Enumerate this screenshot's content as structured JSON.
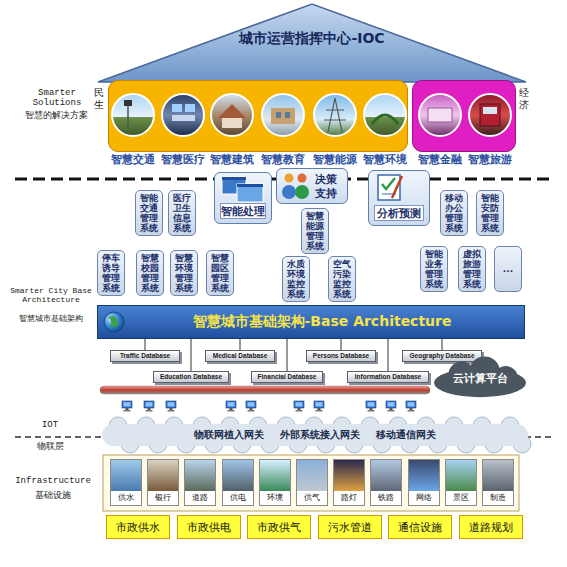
{
  "diagram": {
    "nodes": [
      {
        "text": [
          "城市运营指挥中心-IOC"
        ]
      },
      {
        "text": [
          "民生"
        ]
      },
      {
        "text": [
          "经济"
        ]
      },
      {
        "text": [
          "智能交通管理系统"
        ]
      },
      {
        "text": [
          "医疗卫生信息系统"
        ]
      },
      {
        "text": [
          "智能处理"
        ]
      },
      {
        "text": [
          "决策支持"
        ]
      },
      {
        "text": [
          "分析预测"
        ]
      },
      {
        "text": [
          "智慧能源管理系统"
        ]
      },
      {
        "text": [
          "移动办公管理系统"
        ]
      },
      {
        "text": [
          "智能安防管理系统"
        ]
      },
      {
        "text": [
          "停车诱导管理系统"
        ]
      },
      {
        "text": [
          "智慧校园管理系统"
        ]
      },
      {
        "text": [
          "智慧环境管理系统"
        ]
      },
      {
        "text": [
          "智慧园区管理系统"
        ]
      },
      {
        "text": [
          "水质环境监控系统"
        ]
      },
      {
        "text": [
          "空气污染监控系统"
        ]
      },
      {
        "text": [
          "智能业务管理系统"
        ]
      },
      {
        "text": [
          "虚拟旅游管理系统"
        ]
      },
      {
        "text": [
          "..."
        ]
      },
      {
        "text": [
          "智慧城市基础架构-Base Architecture"
        ]
      },
      {
        "text": [
          "Traffic Database"
        ]
      },
      {
        "text": [
          "Medical Database"
        ]
      },
      {
        "text": [
          "Persons Database"
        ]
      },
      {
        "text": [
          "Geography Database"
        ]
      },
      {
        "text": [
          "Education Database"
        ]
      },
      {
        "text": [
          "Financial Database"
        ]
      },
      {
        "text": [
          "Information Database"
        ]
      },
      {
        "text": [
          "云计算平台"
        ]
      },
      {
        "text": [
          "物联网植入网关",
          "外部系统接入网关",
          "移动通信网关"
        ]
      },
      {
        "text": [
          "供水"
        ]
      },
      {
        "text": [
          "银行"
        ]
      },
      {
        "text": [
          "道路"
        ]
      },
      {
        "text": [
          "供电"
        ]
      },
      {
        "text": [
          "环境"
        ]
      },
      {
        "text": [
          "供气"
        ]
      },
      {
        "text": [
          "路灯"
        ]
      },
      {
        "text": [
          "铁路"
        ]
      },
      {
        "text": [
          "网络"
        ]
      },
      {
        "text": [
          "景区"
        ]
      },
      {
        "text": [
          "制造"
        ]
      },
      {
        "text": [
          "市政供水"
        ]
      },
      {
        "text": [
          "市政供电"
        ]
      },
      {
        "text": [
          "市政供气"
        ]
      },
      {
        "text": [
          "污水管道"
        ]
      },
      {
        "text": [
          "通信设施"
        ]
      },
      {
        "text": [
          "道路规划"
        ]
      }
    ],
    "edges": [
      {
        "from": 20,
        "to": 21,
        "arrow": "none"
      },
      {
        "from": 20,
        "to": 22,
        "arrow": "none"
      },
      {
        "from": 20,
        "to": 23,
        "arrow": "none"
      },
      {
        "from": 20,
        "to": 24,
        "arrow": "none"
      },
      {
        "from": 20,
        "to": 25,
        "arrow": "none"
      },
      {
        "from": 20,
        "to": 26,
        "arrow": "none"
      },
      {
        "from": 20,
        "to": 27,
        "arrow": "none"
      }
    ],
    "labels": [
      "Smarter Solutions",
      "智慧的解决方案",
      "智慧交通",
      "智慧医疗",
      "智慧建筑",
      "智慧教育",
      "智慧能源",
      "智慧环境",
      "智慧金融",
      "智慧旅游",
      "Smarter City Base Architecture",
      "智慧城市基础架构",
      "IOT",
      "物联层",
      "Infrastructure",
      "基础设施"
    ]
  }
}
